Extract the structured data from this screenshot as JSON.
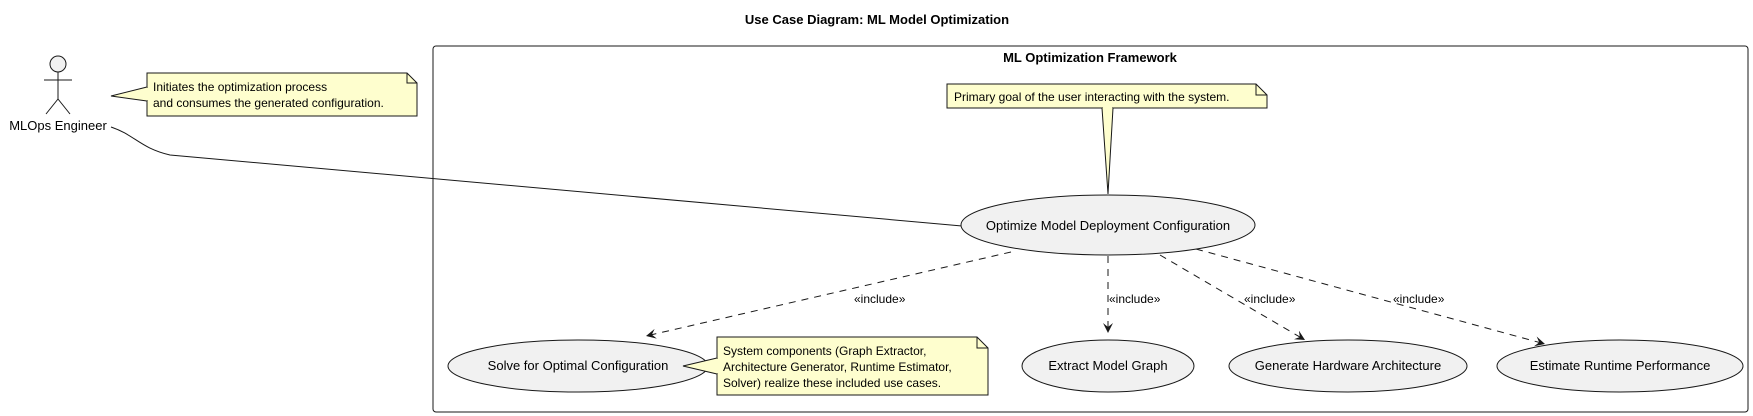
{
  "diagram": {
    "title": "Use Case Diagram: ML Model Optimization",
    "boundary": {
      "title": "ML Optimization Framework"
    },
    "actor": {
      "name": "MLOps Engineer",
      "note": {
        "line1": "Initiates the optimization process",
        "line2": "and consumes the generated configuration."
      }
    },
    "use_cases": {
      "main": "Optimize Model Deployment Configuration",
      "solve": "Solve for Optimal Configuration",
      "extract": "Extract Model Graph",
      "hardware": "Generate Hardware Architecture",
      "runtime": "Estimate Runtime Performance"
    },
    "notes": {
      "goal": "Primary goal of the user interacting with the system.",
      "components": {
        "line1": "System components (Graph Extractor,",
        "line2": "Architecture Generator, Runtime Estimator,",
        "line3": "Solver) realize these included use cases."
      }
    },
    "relations": {
      "include_label": "«include»"
    },
    "colors": {
      "note_fill": "#FEFECE",
      "usecase_fill": "#F1F1F1",
      "stroke": "#181818"
    }
  }
}
